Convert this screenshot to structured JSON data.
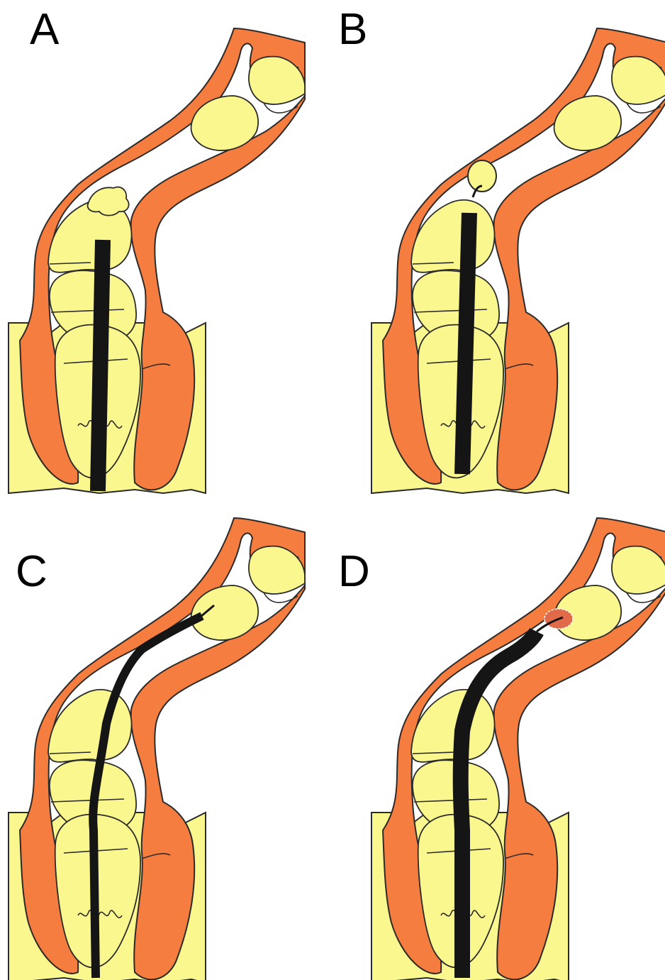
{
  "figure": {
    "panels": [
      {
        "label": "A",
        "scope": "straight-short",
        "feature": "polyp-stump"
      },
      {
        "label": "B",
        "scope": "straight-with-loop",
        "feature": "snare-loop"
      },
      {
        "label": "C",
        "scope": "thin-curved-with-guidewire",
        "feature": "guidewire"
      },
      {
        "label": "D",
        "scope": "thick-curved-with-tip",
        "feature": "tip-lesion"
      }
    ],
    "colors": {
      "wall": "#f47d3f",
      "lumen": "#fbf78f",
      "outline": "#2b2b2b",
      "scope": "#151515",
      "lesion": "#e06a4a"
    }
  }
}
